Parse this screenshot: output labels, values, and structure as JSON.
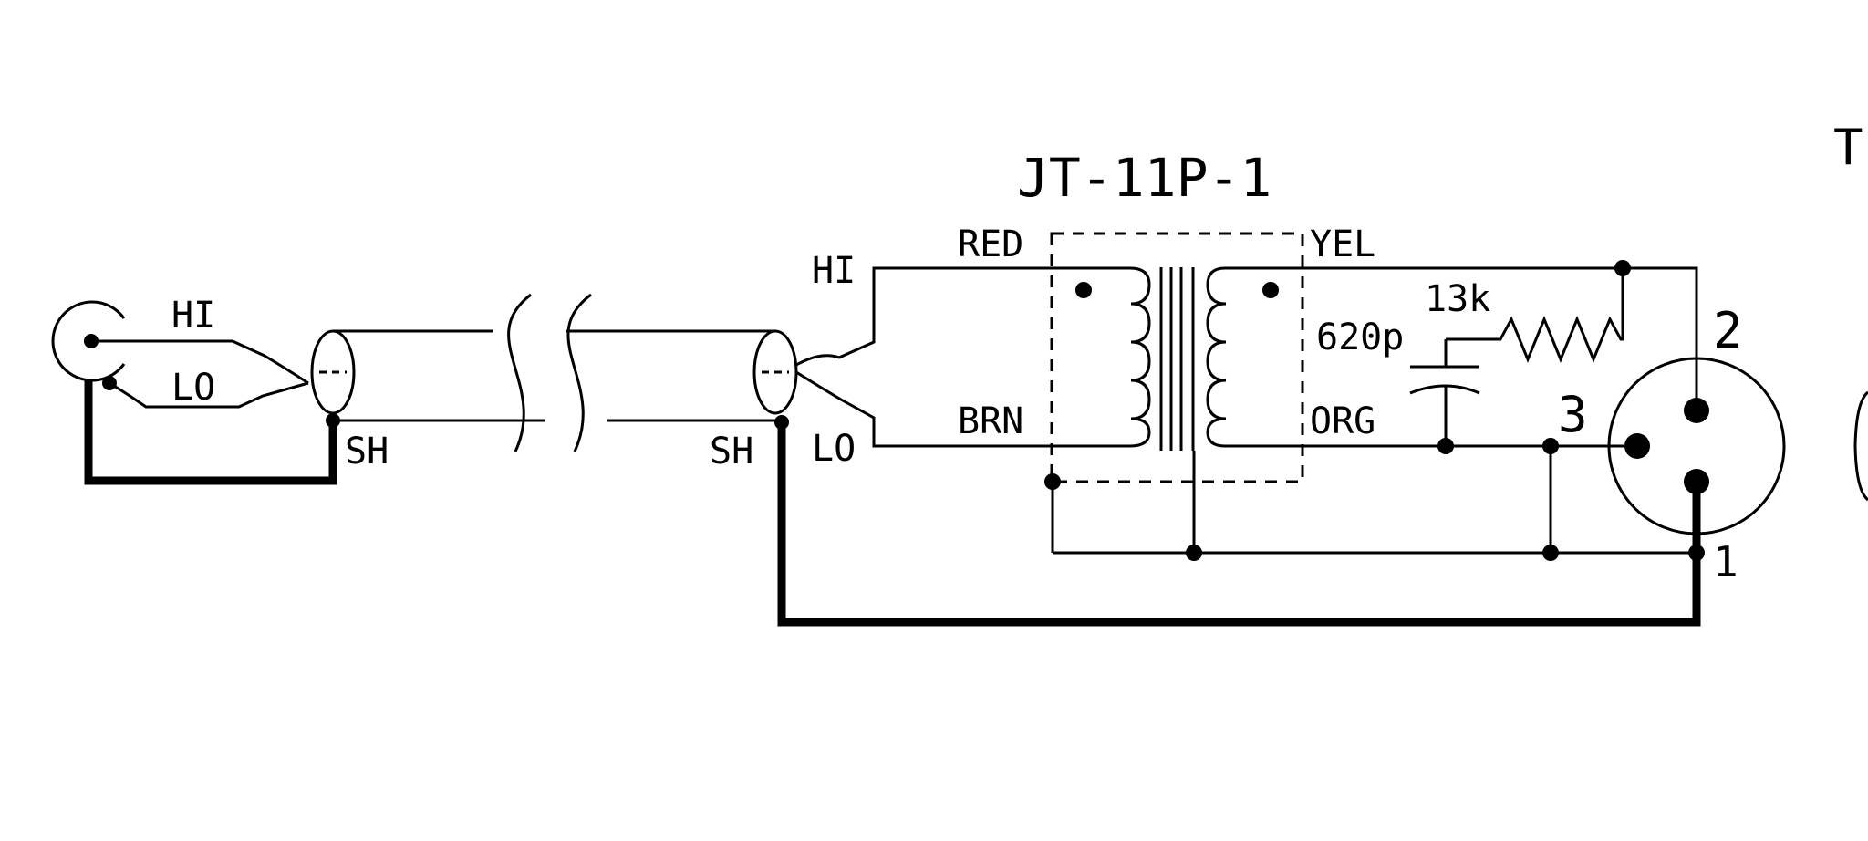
{
  "labels": {
    "transformer_part": "JT-11P-1",
    "rca_hi": "HI",
    "rca_lo": "LO",
    "sh_left": "SH",
    "sh_right": "SH",
    "input_hi": "HI",
    "input_lo": "LO",
    "pin_red": "RED",
    "pin_brn": "BRN",
    "pin_yel": "YEL",
    "pin_org": "ORG",
    "resistor": "13k",
    "capacitor": "620p",
    "xlr_pin_1": "1",
    "xlr_pin_2": "2",
    "xlr_pin_3": "3",
    "edge_fragment": "T"
  }
}
